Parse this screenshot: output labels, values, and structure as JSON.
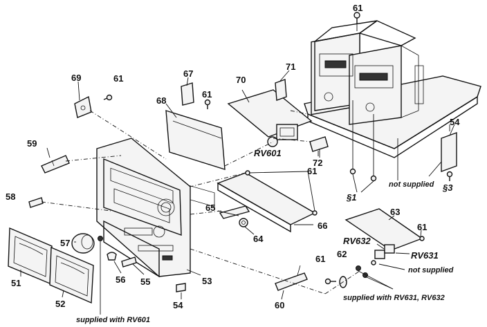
{
  "labels": {
    "p61_top": "61",
    "p69": "69",
    "p61_a": "61",
    "p67": "67",
    "p61_b": "61",
    "p68": "68",
    "p70": "70",
    "p71": "71",
    "p54_r": "54",
    "p59": "59",
    "rv601": "RV601",
    "p72": "72",
    "p61_c": "61",
    "p58": "58",
    "p65": "65",
    "p64": "64",
    "p66": "66",
    "p63": "63",
    "p61_d": "61",
    "rv632": "RV632",
    "rv631": "RV631",
    "p57": "57",
    "p61_e": "61",
    "p62": "62",
    "p51": "51",
    "p52": "52",
    "p56": "56",
    "p55": "55",
    "p53": "53",
    "p54_b": "54",
    "p60": "60",
    "s1": "§1",
    "s3": "§3"
  },
  "notes": {
    "not_supplied_1": "not supplied",
    "not_supplied_2": "not supplied",
    "supplied_rv631_632": "supplied with RV631, RV632",
    "supplied_rv601": "supplied with RV601"
  }
}
